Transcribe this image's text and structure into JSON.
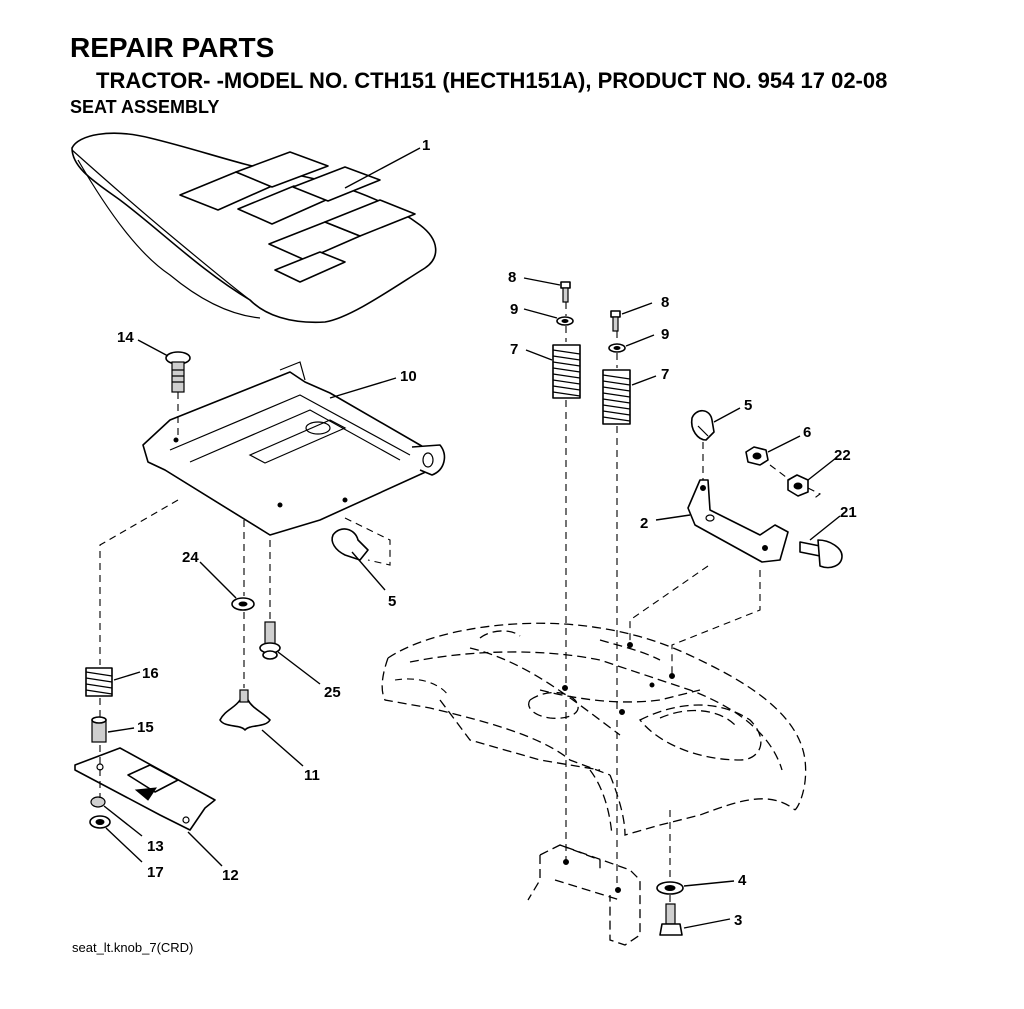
{
  "header": {
    "title": "REPAIR PARTS",
    "subtitle": "TRACTOR- -MODEL NO. CTH151 (HECTH151A), PRODUCT NO. 954 17 02-08",
    "section": "SEAT ASSEMBLY"
  },
  "footer": {
    "ref": "seat_lt.knob_7(CRD)"
  },
  "callouts": [
    "1",
    "2",
    "3",
    "4",
    "5",
    "5",
    "6",
    "7",
    "7",
    "8",
    "8",
    "9",
    "9",
    "10",
    "11",
    "12",
    "13",
    "14",
    "15",
    "16",
    "17",
    "21",
    "22",
    "24",
    "25"
  ]
}
